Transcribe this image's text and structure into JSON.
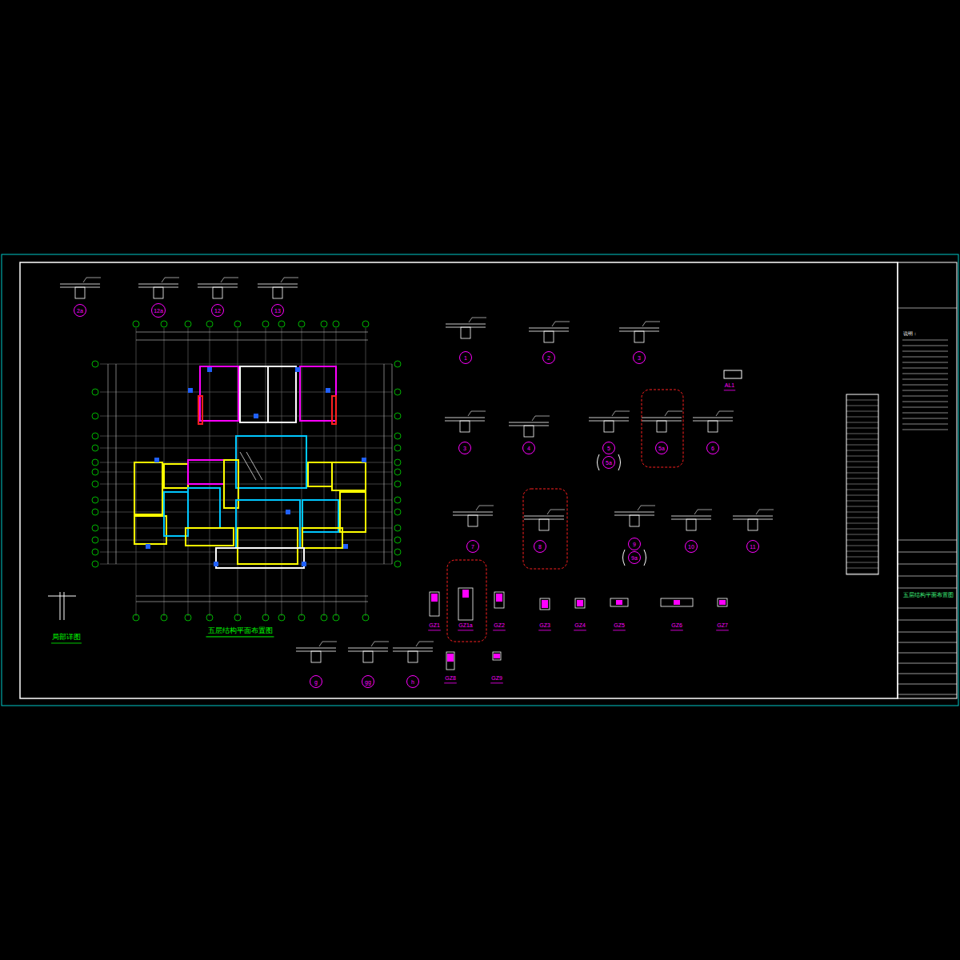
{
  "diagram": {
    "title": "五层结构平面布置图",
    "nodes": [
      {
        "text": [
          "2a"
        ]
      },
      {
        "text": [
          "12a"
        ]
      },
      {
        "text": [
          "12"
        ]
      },
      {
        "text": [
          "13"
        ]
      },
      {
        "text": [
          "1"
        ]
      },
      {
        "text": [
          "2"
        ]
      },
      {
        "text": [
          "3"
        ]
      },
      {
        "text": [
          "3"
        ]
      },
      {
        "text": [
          "4"
        ]
      },
      {
        "text": [
          "5"
        ]
      },
      {
        "text": [
          "5a"
        ]
      },
      {
        "text": [
          "5a"
        ]
      },
      {
        "text": [
          "6"
        ]
      },
      {
        "text": [
          "7"
        ]
      },
      {
        "text": [
          "8"
        ]
      },
      {
        "text": [
          "9"
        ]
      },
      {
        "text": [
          "9a"
        ]
      },
      {
        "text": [
          "10"
        ]
      },
      {
        "text": [
          "11"
        ]
      },
      {
        "text": [
          "g"
        ]
      },
      {
        "text": [
          "gg"
        ]
      },
      {
        "text": [
          "h"
        ]
      }
    ],
    "labels": [
      "局部详图",
      "AL1",
      "GZ1",
      "GZ1a",
      "GZ2",
      "GZ3",
      "GZ4",
      "GZ5",
      "GZ6",
      "GZ7",
      "GZ8",
      "GZ9",
      "五层结构平面布置图",
      "说明："
    ]
  }
}
